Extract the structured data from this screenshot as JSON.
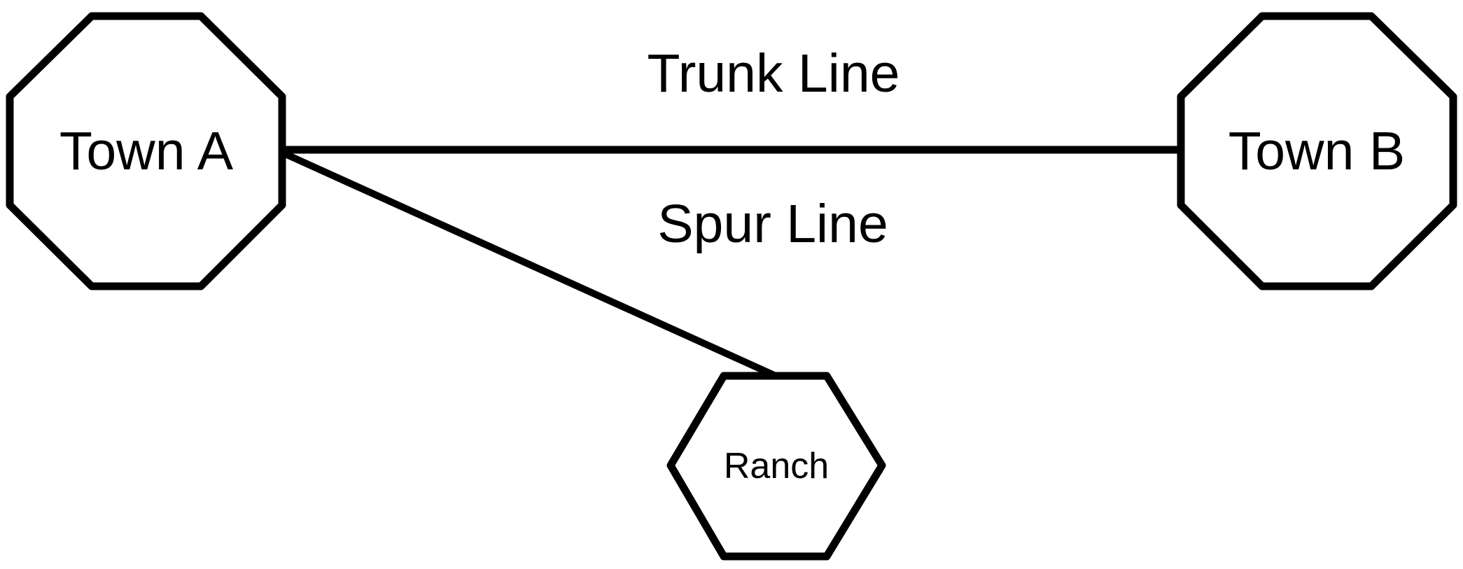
{
  "colors": {
    "stroke": "#000000",
    "background": "#ffffff"
  },
  "nodes": {
    "town_a": {
      "label": "Town A",
      "shape": "octagon"
    },
    "town_b": {
      "label": "Town B",
      "shape": "octagon"
    },
    "ranch": {
      "label": "Ranch",
      "shape": "hexagon"
    }
  },
  "edges": {
    "trunk": {
      "label": "Trunk Line",
      "from": "Town A",
      "to": "Town B"
    },
    "spur": {
      "label": "Spur Line",
      "from": "Town A",
      "to": "Ranch"
    }
  }
}
